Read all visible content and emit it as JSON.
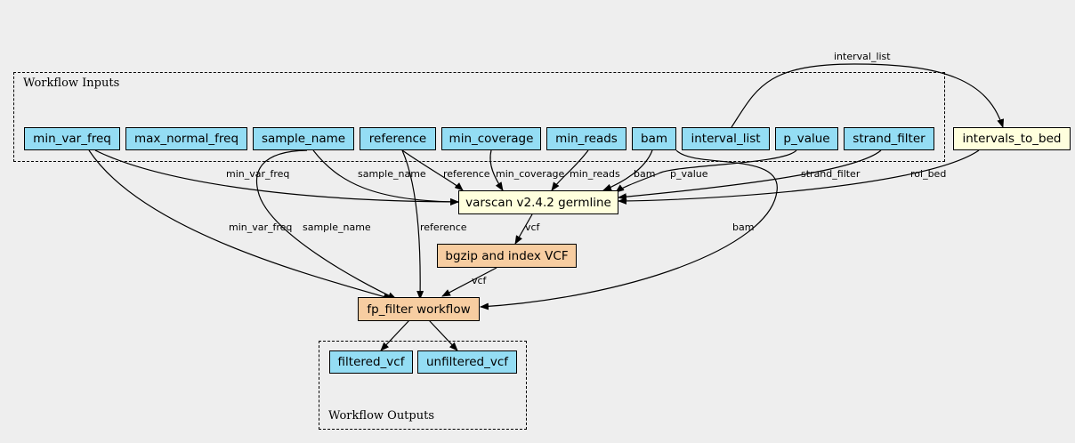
{
  "clusters": {
    "inputs_label": "Workflow Inputs",
    "outputs_label": "Workflow Outputs"
  },
  "nodes": {
    "min_var_freq": "min_var_freq",
    "max_normal_freq": "max_normal_freq",
    "sample_name": "sample_name",
    "reference": "reference",
    "min_coverage": "min_coverage",
    "min_reads": "min_reads",
    "bam": "bam",
    "interval_list": "interval_list",
    "p_value": "p_value",
    "strand_filter": "strand_filter",
    "intervals_to_bed": "intervals_to_bed",
    "varscan": "varscan v2.4.2 germline",
    "bgzip": "bgzip and index VCF",
    "fp_filter": "fp_filter workflow",
    "filtered_vcf": "filtered_vcf",
    "unfiltered_vcf": "unfiltered_vcf"
  },
  "edge_labels": {
    "interval_list_top": "interval_list",
    "min_var_freq_to_varscan": "min_var_freq",
    "sample_name_to_varscan": "sample_name",
    "reference_to_varscan": "reference",
    "min_coverage_to_varscan": "min_coverage",
    "min_reads_to_varscan": "min_reads",
    "bam_to_varscan": "bam",
    "p_value_to_varscan": "p_value",
    "strand_filter_to_varscan": "strand_filter",
    "roi_bed_to_varscan": "roi_bed",
    "min_var_freq_to_fp": "min_var_freq",
    "sample_name_to_fp": "sample_name",
    "reference_to_fp": "reference",
    "bam_to_fp": "bam",
    "vcf_to_bgzip": "vcf",
    "vcf_to_fp": "vcf"
  },
  "colors": {
    "input_fill": "#94ddf4",
    "tool_fill": "#ffffdd",
    "workflow_fill": "#f7cda1",
    "background": "#eeeeee"
  }
}
